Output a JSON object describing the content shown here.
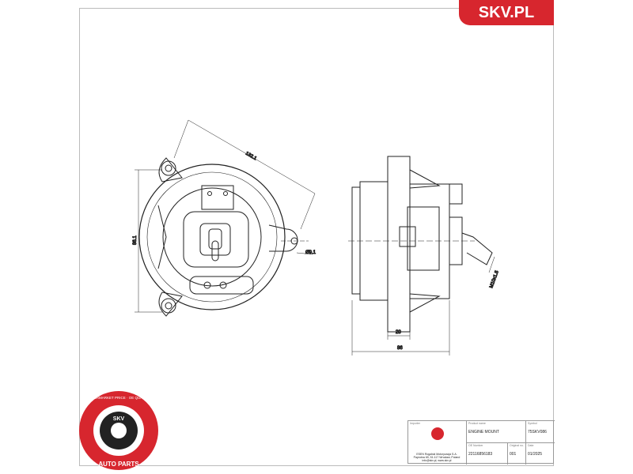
{
  "brand": {
    "label": "SKV.PL",
    "color": "#d7262e"
  },
  "logo": {
    "text_top": "AFTERMARKET PRICE · OE QUALITY",
    "text_bottom": "AUTO PARTS",
    "center": "SKV"
  },
  "dimensions": {
    "diagonal": "132.1",
    "height": "86.1",
    "hole": "Ø9.1",
    "flange": "20",
    "depth": "86",
    "thread": "M10x1.5"
  },
  "title_block": {
    "importer_label": "Importer",
    "importer_lines": [
      "ESEN Rogalski Motoryzacja S.A.",
      "Paprotna 69, 51-117 Wrocław, Poland",
      "info@skv.pl, www.skv.pl"
    ],
    "product_name_label": "Product name",
    "product_name": "ENGINE MOUNT",
    "symbol_label": "Symbol",
    "symbol": "75SKV086",
    "oe_label": "OE Number",
    "oe_number": "22116856183",
    "original_label": "Original no.",
    "original_no": "001",
    "date_label": "Date",
    "date": "01/2025"
  }
}
